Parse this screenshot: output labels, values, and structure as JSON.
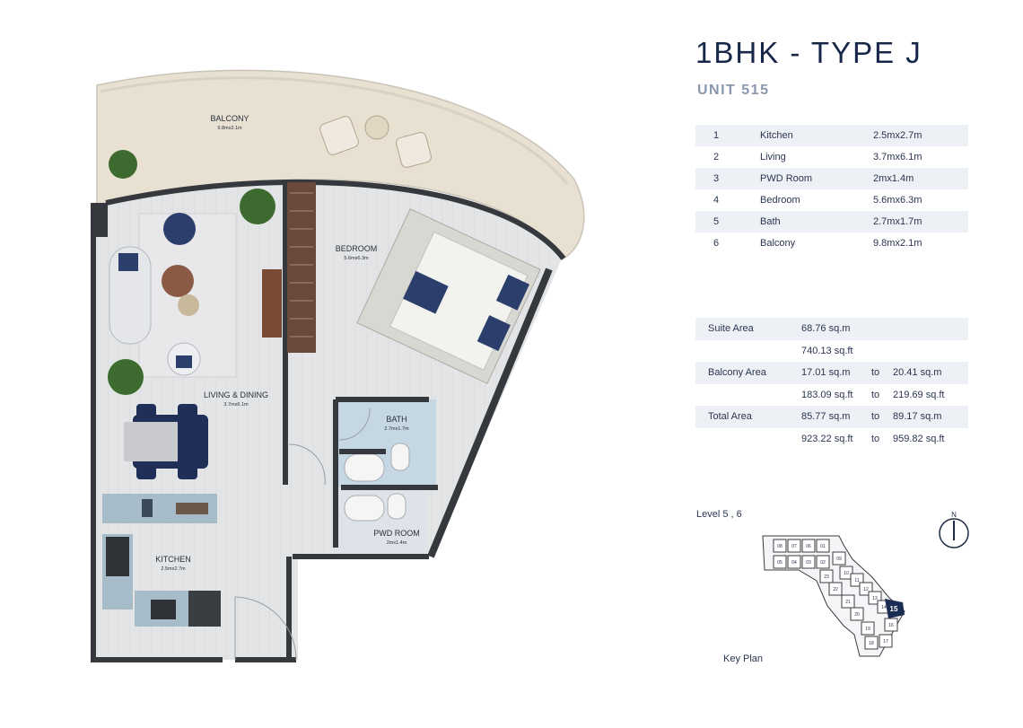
{
  "header": {
    "title": "1BHK - TYPE J",
    "unit": "UNIT 515"
  },
  "rooms_table": [
    {
      "no": "1",
      "room": "Kitchen",
      "dim": "2.5mx2.7m"
    },
    {
      "no": "2",
      "room": "Living",
      "dim": "3.7mx6.1m"
    },
    {
      "no": "3",
      "room": "PWD Room",
      "dim": "2mx1.4m"
    },
    {
      "no": "4",
      "room": "Bedroom",
      "dim": "5.6mx6.3m"
    },
    {
      "no": "5",
      "room": "Bath",
      "dim": "2.7mx1.7m"
    },
    {
      "no": "6",
      "room": "Balcony",
      "dim": "9.8mx2.1m"
    }
  ],
  "areas": {
    "suite": {
      "label": "Suite Area",
      "sqm": "68.76 sq.m",
      "sqft": "740.13 sq.ft"
    },
    "balcony": {
      "label": "Balcony Area",
      "sqm_from": "17.01 sq.m",
      "sqm_to": "20.41 sq.m",
      "sqft_from": "183.09 sq.ft",
      "sqft_to": "219.69 sq.ft"
    },
    "total": {
      "label": "Total Area",
      "sqm_from": "85.77 sq.m",
      "sqm_to": "89.17 sq.m",
      "sqft_from": "923.22 sq.ft",
      "sqft_to": "959.82 sq.ft"
    },
    "to_word": "to"
  },
  "level_text": "Level 5 , 6",
  "key_plan_label": "Key Plan",
  "compass_label": "N",
  "key_plan_units": [
    "08",
    "07",
    "06",
    "05",
    "04",
    "03",
    "02",
    "01",
    "09",
    "10",
    "11",
    "12",
    "13",
    "14",
    "15",
    "16",
    "17",
    "18",
    "19",
    "20",
    "21",
    "22",
    "23"
  ],
  "highlight_unit": "15",
  "plan_labels": {
    "balcony": "BALCONY",
    "balcony_dim": "9.8mx2.1m",
    "bedroom": "BEDROOM",
    "bedroom_dim": "5.6mx6.3m",
    "living": "LIVING & DINING",
    "living_dim": "3.7mx6.1m",
    "bath": "BATH",
    "bath_dim": "2.7mx1.7m",
    "pwd": "PWD ROOM",
    "pwd_dim": "2mx1.4m",
    "kitchen": "KITCHEN",
    "kitchen_dim": "2.5mx2.7m"
  },
  "colors": {
    "navy": "#17274a",
    "wall": "#3a3d42",
    "floor": "#dfe1e3",
    "balcony": "#e8e1d2",
    "highlight": "#1b2d52"
  }
}
